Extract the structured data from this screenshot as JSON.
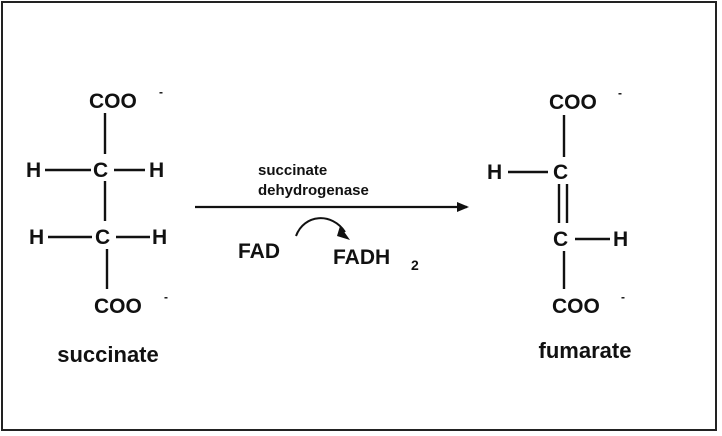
{
  "atoms": {
    "carbon": "C",
    "hydrogen": "H",
    "carboxylate": "COO",
    "charge": "-"
  },
  "reactant": {
    "name": "succinate"
  },
  "product": {
    "name": "fumarate"
  },
  "reaction": {
    "enzyme_line1": "succinate",
    "enzyme_line2": "dehydrogenase",
    "cofactor_in": "FAD",
    "cofactor_out": "FADH",
    "cofactor_out_subscript": "2"
  }
}
